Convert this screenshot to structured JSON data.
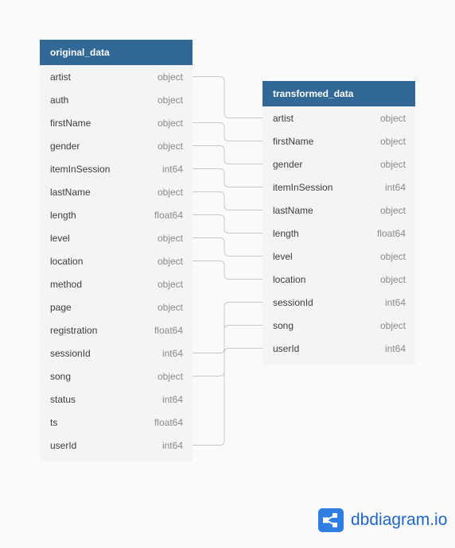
{
  "tables": [
    {
      "name": "original_data",
      "columns": [
        {
          "name": "artist",
          "type": "object"
        },
        {
          "name": "auth",
          "type": "object"
        },
        {
          "name": "firstName",
          "type": "object"
        },
        {
          "name": "gender",
          "type": "object"
        },
        {
          "name": "itemInSession",
          "type": "int64"
        },
        {
          "name": "lastName",
          "type": "object"
        },
        {
          "name": "length",
          "type": "float64"
        },
        {
          "name": "level",
          "type": "object"
        },
        {
          "name": "location",
          "type": "object"
        },
        {
          "name": "method",
          "type": "object"
        },
        {
          "name": "page",
          "type": "object"
        },
        {
          "name": "registration",
          "type": "float64"
        },
        {
          "name": "sessionId",
          "type": "int64"
        },
        {
          "name": "song",
          "type": "object"
        },
        {
          "name": "status",
          "type": "int64"
        },
        {
          "name": "ts",
          "type": "float64"
        },
        {
          "name": "userId",
          "type": "int64"
        }
      ]
    },
    {
      "name": "transformed_data",
      "columns": [
        {
          "name": "artist",
          "type": "object"
        },
        {
          "name": "firstName",
          "type": "object"
        },
        {
          "name": "gender",
          "type": "object"
        },
        {
          "name": "itemInSession",
          "type": "int64"
        },
        {
          "name": "lastName",
          "type": "object"
        },
        {
          "name": "length",
          "type": "float64"
        },
        {
          "name": "level",
          "type": "object"
        },
        {
          "name": "location",
          "type": "object"
        },
        {
          "name": "sessionId",
          "type": "int64"
        },
        {
          "name": "song",
          "type": "object"
        },
        {
          "name": "userId",
          "type": "int64"
        }
      ]
    }
  ],
  "relations": [
    {
      "from": "artist",
      "to": "artist"
    },
    {
      "from": "firstName",
      "to": "firstName"
    },
    {
      "from": "gender",
      "to": "gender"
    },
    {
      "from": "itemInSession",
      "to": "itemInSession"
    },
    {
      "from": "lastName",
      "to": "lastName"
    },
    {
      "from": "length",
      "to": "length"
    },
    {
      "from": "level",
      "to": "level"
    },
    {
      "from": "location",
      "to": "location"
    },
    {
      "from": "sessionId",
      "to": "sessionId"
    },
    {
      "from": "song",
      "to": "song"
    },
    {
      "from": "userId",
      "to": "userId"
    }
  ],
  "brand": {
    "name": "dbdiagram.io",
    "logo_icon": "share-network-icon",
    "color": "#2f7ee3"
  },
  "colors": {
    "header": "#316896",
    "body": "#f4f4f4",
    "connector": "#c8c8c8"
  }
}
